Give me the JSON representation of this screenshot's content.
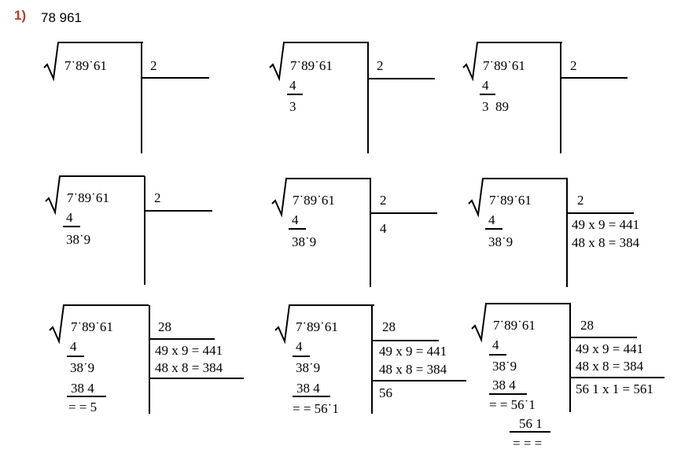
{
  "header": {
    "task_label": "1)",
    "number": "78 961"
  },
  "radicand": "7˙89˙61",
  "panels": [
    {
      "root": "2"
    },
    {
      "root": "2",
      "sub1": "4",
      "rem1": "3"
    },
    {
      "root": "2",
      "sub1": "4",
      "rem1": "3  89"
    },
    {
      "root": "2",
      "sub1": "4",
      "rem1": "38˙9"
    },
    {
      "root": "2",
      "sub1": "4",
      "rem1": "38˙9",
      "side1": "4"
    },
    {
      "root": "2",
      "sub1": "4",
      "rem1": "38˙9",
      "side1": "49 x 9 = 441",
      "side2": "48 x 8 = 384"
    },
    {
      "root": "28",
      "sub1": "4",
      "rem1": "38˙9",
      "side1": "49 x 9 = 441",
      "side2": "48 x 8 = 384",
      "sub2": "38 4",
      "rem2": "= = 5"
    },
    {
      "root": "28",
      "sub1": "4",
      "rem1": "38˙9",
      "side1": "49 x 9 = 441",
      "side2": "48 x 8 = 384",
      "side3": "56",
      "sub2": "38 4",
      "rem2": "= = 56˙1"
    },
    {
      "root": "28",
      "sub1": "4",
      "rem1": "38˙9",
      "side1": "49 x 9 = 441",
      "side2": "48 x 8 = 384",
      "side3": "56 1 x 1 = 561",
      "sub2": "38 4",
      "rem2": "= = 56˙1",
      "sub3": "56 1",
      "rem3": "= = ="
    }
  ]
}
